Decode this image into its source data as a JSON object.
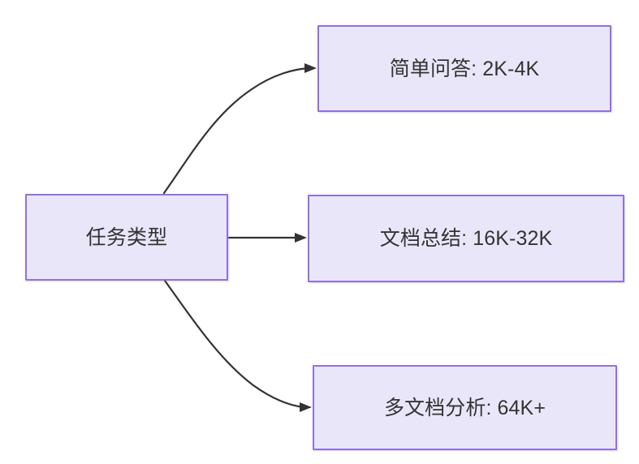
{
  "diagram": {
    "type": "flowchart",
    "direction": "left-to-right",
    "background_color": "#ffffff",
    "node_fill_color": "#eae6f9",
    "node_border_color": "#9370db",
    "node_text_color": "#333333",
    "edge_color": "#333333",
    "root": {
      "id": "task-type",
      "label": "任务类型"
    },
    "nodes": [
      {
        "id": "simple-qa",
        "label": "简单问答: 2K-4K",
        "category": "简单问答",
        "value": "2K-4K"
      },
      {
        "id": "doc-summary",
        "label": "文档总结: 16K-32K",
        "category": "文档总结",
        "value": "16K-32K"
      },
      {
        "id": "multi-doc",
        "label": "多文档分析: 64K+",
        "category": "多文档分析",
        "value": "64K+"
      }
    ],
    "edges": [
      {
        "from": "task-type",
        "to": "simple-qa",
        "style": "curved",
        "arrow": "filled-triangle"
      },
      {
        "from": "task-type",
        "to": "doc-summary",
        "style": "straight",
        "arrow": "filled-triangle"
      },
      {
        "from": "task-type",
        "to": "multi-doc",
        "style": "curved",
        "arrow": "filled-triangle"
      }
    ]
  }
}
